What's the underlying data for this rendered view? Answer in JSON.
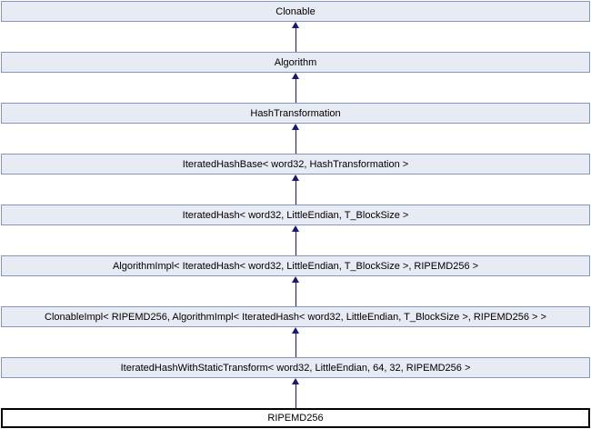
{
  "diagram": {
    "type": "class-inheritance-diagram",
    "nodes": [
      {
        "label": "Clonable"
      },
      {
        "label": "Algorithm"
      },
      {
        "label": "HashTransformation"
      },
      {
        "label": "IteratedHashBase< word32, HashTransformation >"
      },
      {
        "label": "IteratedHash< word32, LittleEndian, T_BlockSize >"
      },
      {
        "label": "AlgorithmImpl< IteratedHash< word32, LittleEndian, T_BlockSize >, RIPEMD256 >"
      },
      {
        "label": "ClonableImpl< RIPEMD256, AlgorithmImpl< IteratedHash< word32, LittleEndian, T_BlockSize >, RIPEMD256 > >"
      },
      {
        "label": "IteratedHashWithStaticTransform< word32, LittleEndian, 64, 32, RIPEMD256 >"
      },
      {
        "label": "RIPEMD256"
      }
    ],
    "arrow_icon": "up-arrow-icon",
    "colors": {
      "node_fill": "#e8eaf4",
      "node_border": "#8296be",
      "current_node_fill": "#ffffff",
      "current_node_border": "#000000",
      "arrow": "#191970",
      "text": "#000000",
      "background": "#ffffff"
    }
  }
}
